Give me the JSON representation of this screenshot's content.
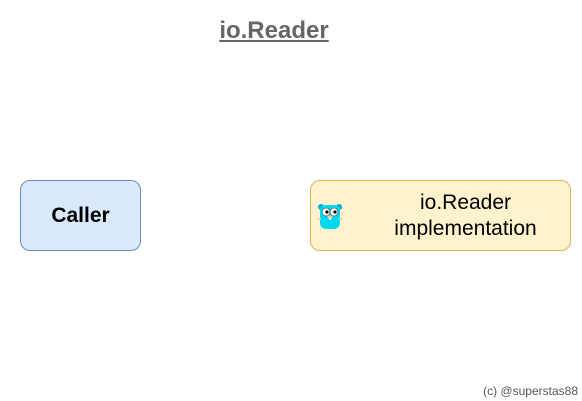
{
  "title": "io.Reader",
  "caller": {
    "label": "Caller",
    "fill": "#dae8fc",
    "stroke": "#6c8ebf"
  },
  "implementation": {
    "label_line1": "io.Reader",
    "label_line2": "implementation",
    "icon": "go-gopher-icon",
    "fill": "#fff2cc",
    "stroke": "#d6b656"
  },
  "copyright": "(c) @superstas88"
}
